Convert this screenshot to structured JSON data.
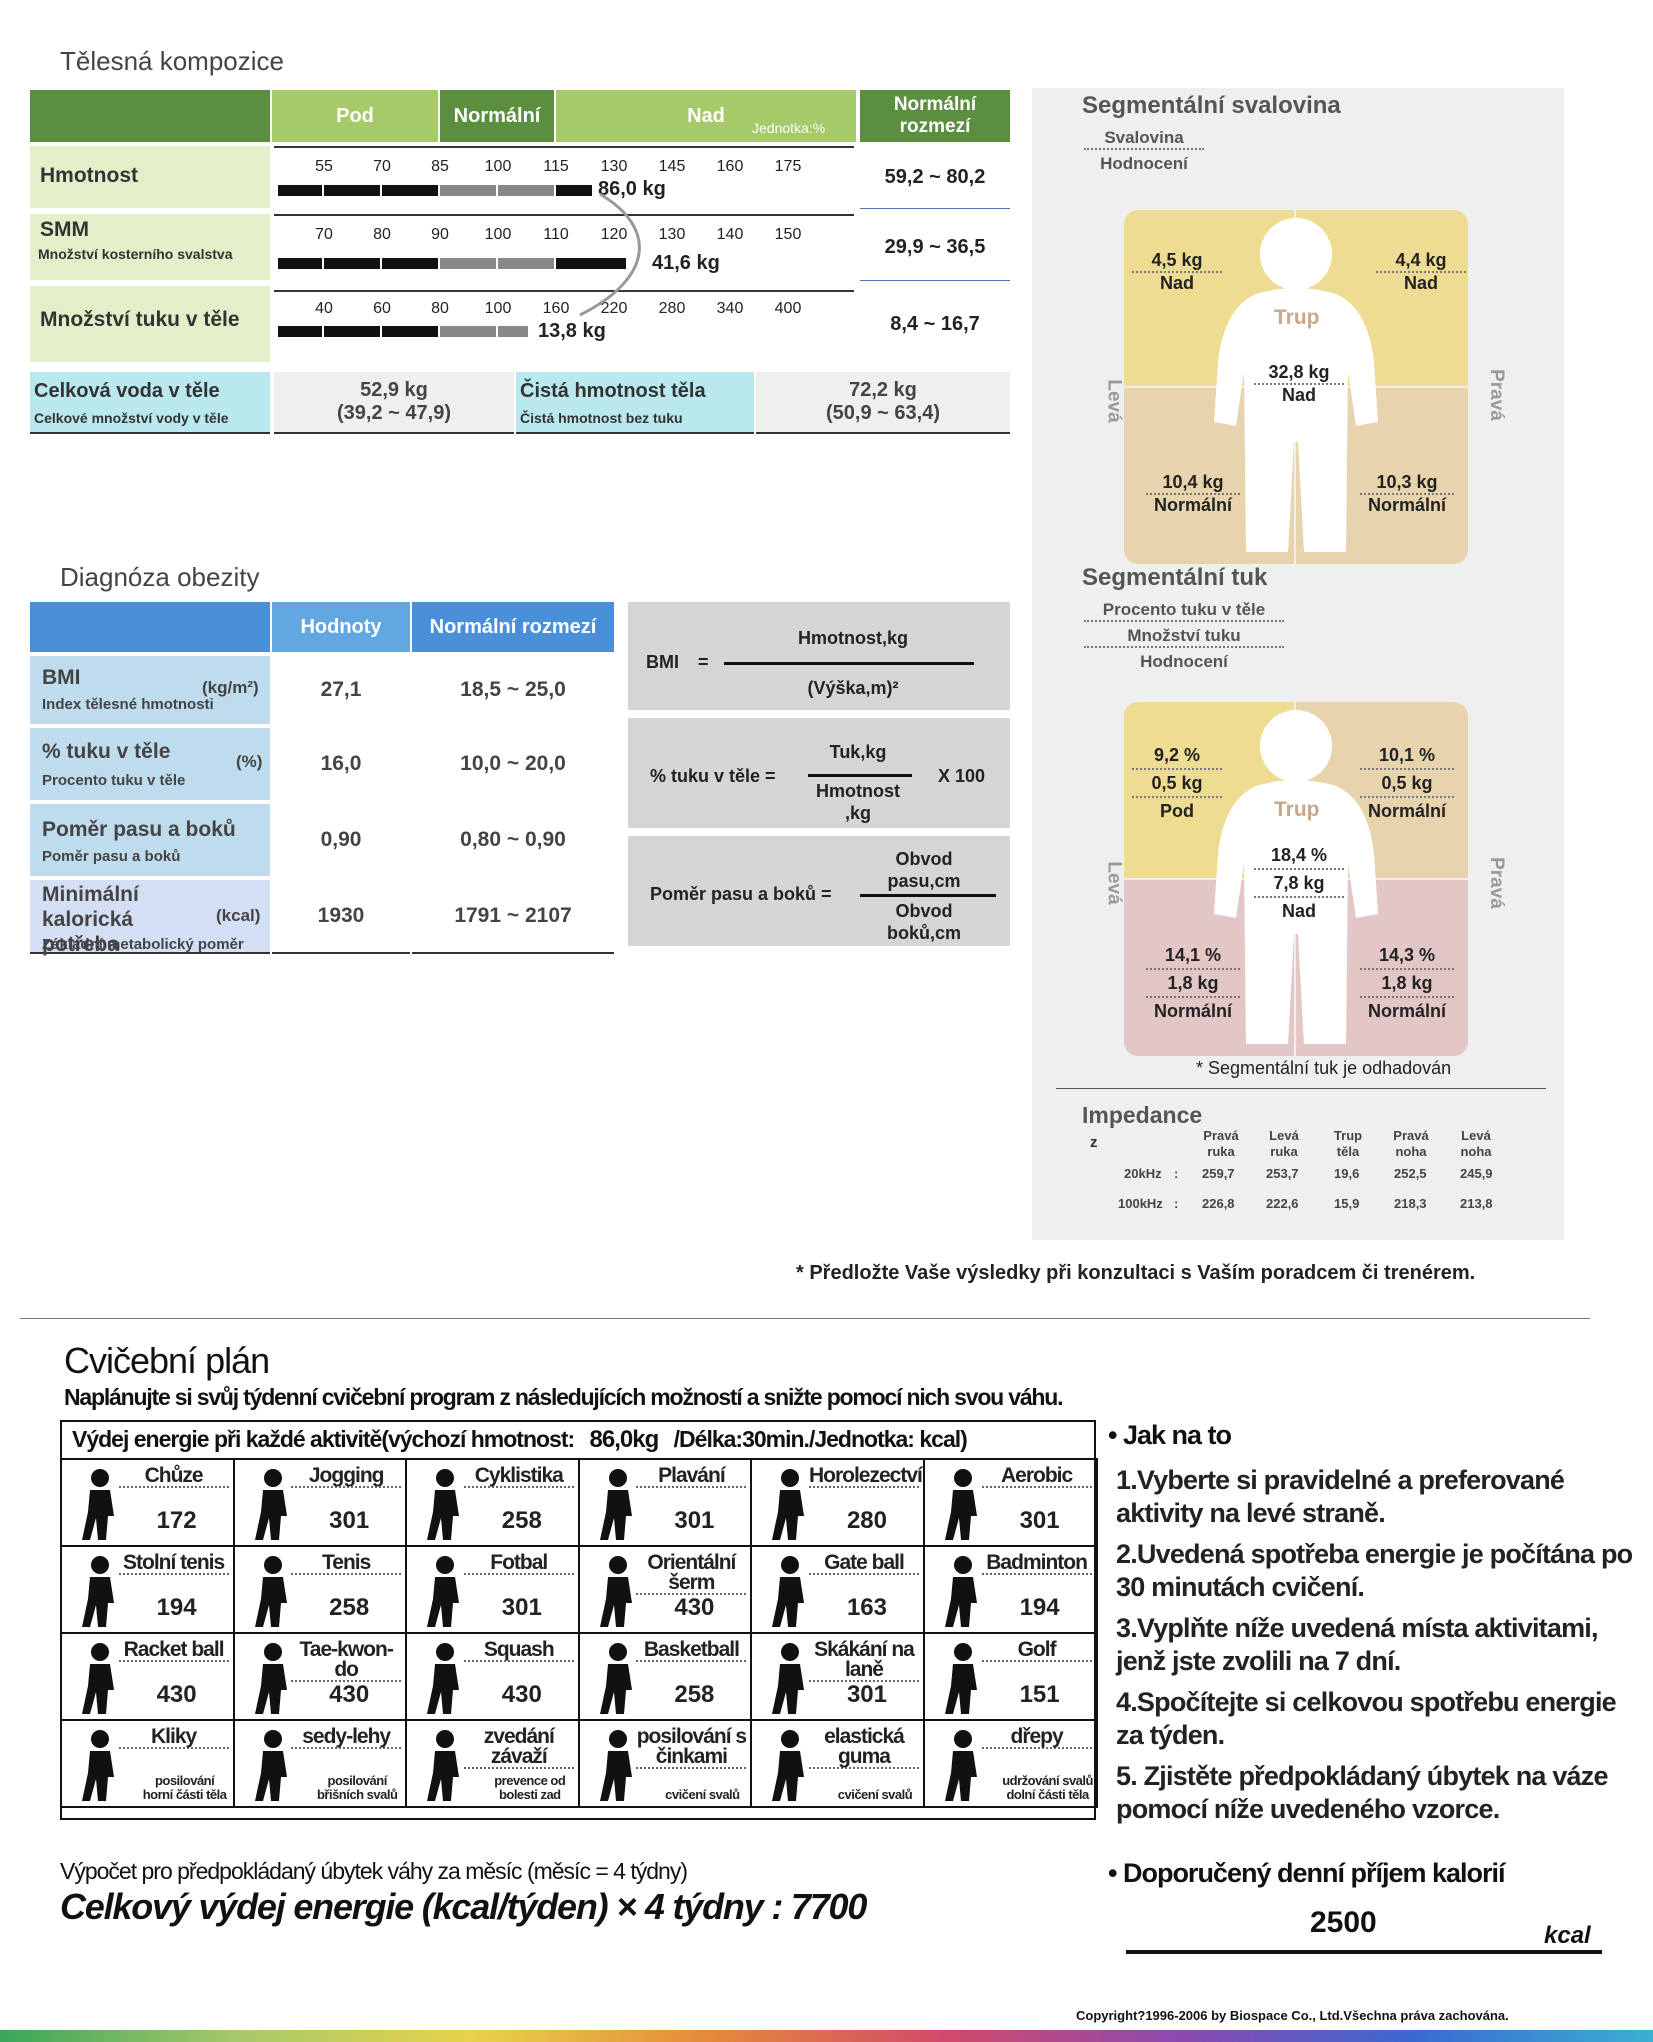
{
  "body_comp": {
    "title": "Tělesná kompozice",
    "hdr_under": "Pod",
    "hdr_normal": "Normální",
    "hdr_over": "Nad",
    "unit_note": "Jednotka:%",
    "hdr_range": "Normální rozmezí",
    "rows": [
      {
        "name": "Hmotnost",
        "sub": "",
        "ticks": [
          "55",
          "70",
          "85",
          "100",
          "115",
          "130",
          "145",
          "160",
          "175"
        ],
        "value": "86,0 kg",
        "range": "59,2 ~ 80,2"
      },
      {
        "name": "SMM",
        "sub": "Množství kosterního svalstva",
        "ticks": [
          "70",
          "80",
          "90",
          "100",
          "110",
          "120",
          "130",
          "140",
          "150"
        ],
        "value": "41,6 kg",
        "range": "29,9 ~ 36,5"
      },
      {
        "name": "Množství tuku v těle",
        "sub": "",
        "ticks": [
          "40",
          "60",
          "80",
          "100",
          "160",
          "220",
          "280",
          "340",
          "400"
        ],
        "value": "13,8 kg",
        "range": "8,4 ~ 16,7"
      }
    ],
    "water_label": "Celková voda v těle",
    "water_sub": "Celkové množství vody v těle",
    "water_value": "52,9 kg",
    "water_range": "(39,2 ~ 47,9)",
    "lean_label": "Čistá hmotnost těla",
    "lean_sub": "Čistá hmotnost bez tuku",
    "lean_value": "72,2 kg",
    "lean_range": "(50,9 ~ 63,4)"
  },
  "seg_muscle": {
    "title": "Segmentální svalovina",
    "legend1": "Svalovina",
    "legend2": "Hodnocení",
    "left_arm": {
      "v": "4,5 kg",
      "e": "Nad"
    },
    "right_arm": {
      "v": "4,4 kg",
      "e": "Nad"
    },
    "trunk_label": "Trup",
    "trunk": {
      "v": "32,8 kg",
      "e": "Nad"
    },
    "left_leg": {
      "v": "10,4 kg",
      "e": "Normální"
    },
    "right_leg": {
      "v": "10,3 kg",
      "e": "Normální"
    },
    "side_left": "Levá",
    "side_right": "Pravá"
  },
  "seg_fat": {
    "title": "Segmentální tuk",
    "legend1": "Procento tuku v těle",
    "legend2": "Množství tuku",
    "legend3": "Hodnocení",
    "left_arm": {
      "p": "9,2 %",
      "v": "0,5 kg",
      "e": "Pod"
    },
    "right_arm": {
      "p": "10,1 %",
      "v": "0,5 kg",
      "e": "Normální"
    },
    "trunk_label": "Trup",
    "trunk": {
      "p": "18,4 %",
      "v": "7,8 kg",
      "e": "Nad"
    },
    "left_leg": {
      "p": "14,1 %",
      "v": "1,8 kg",
      "e": "Normální"
    },
    "right_leg": {
      "p": "14,3 %",
      "v": "1,8 kg",
      "e": "Normální"
    },
    "side_left": "Levá",
    "side_right": "Pravá",
    "note": "* Segmentální tuk je odhadován"
  },
  "impedance": {
    "title": "Impedance",
    "z": "z",
    "cols": [
      [
        "Pravá",
        "ruka"
      ],
      [
        "Levá",
        "ruka"
      ],
      [
        "Trup",
        "těla"
      ],
      [
        "Pravá",
        "noha"
      ],
      [
        "Levá",
        "noha"
      ]
    ],
    "rows": [
      {
        "f": "20kHz",
        "vals": [
          "259,7",
          "253,7",
          "19,6",
          "252,5",
          "245,9"
        ]
      },
      {
        "f": "100kHz",
        "vals": [
          "226,8",
          "222,6",
          "15,9",
          "218,3",
          "213,8"
        ]
      }
    ]
  },
  "consult_note": "* Předložte Vaše výsledky při konzultaci s Vaším poradcem či trenérem.",
  "obesity": {
    "title": "Diagnóza obezity",
    "hdr_values": "Hodnoty",
    "hdr_range": "Normální rozmezí",
    "rows": [
      {
        "name": "BMI",
        "unit": "(kg/m²)",
        "sub": "Index tělesné hmotnosti",
        "value": "27,1",
        "range": "18,5 ~ 25,0"
      },
      {
        "name": "% tuku v těle",
        "unit": "(%)",
        "sub": "Procento tuku v těle",
        "value": "16,0",
        "range": "10,0 ~ 20,0"
      },
      {
        "name": "Poměr pasu a boků",
        "unit": "",
        "sub": "Poměr pasu a boků",
        "value": "0,90",
        "range": "0,80 ~ 0,90"
      },
      {
        "name": "Minimální kalorická potřeba",
        "unit": "(kcal)",
        "sub": "Základní metabolický poměr",
        "value": "1930",
        "range": "1791 ~ 2107"
      }
    ],
    "f_bmi_lhs": "BMI",
    "f_eq": "=",
    "f_bmi_num": "Hmotnost,kg",
    "f_bmi_den": "(Výška,m)²",
    "f_fat_lhs": "% tuku v těle =",
    "f_fat_num": "Tuk,kg",
    "f_fat_den1": "Hmotnost",
    "f_fat_den2": ",kg",
    "f_fat_mult": "X 100",
    "f_whr_lhs": "Poměr pasu a boků =",
    "f_whr_num1": "Obvod",
    "f_whr_num2": "pasu,cm",
    "f_whr_den1": "Obvod",
    "f_whr_den2": "boků,cm"
  },
  "plan": {
    "title": "Cvičební plán",
    "subtitle": "Naplánujte si svůj týdenní cvičební program z následujících možností a snižte pomocí nich svou váhu.",
    "table_hdr_a": "Výdej energie při každé aktivitě(výchozí hmotnost:",
    "table_weight": "86,0kg",
    "table_hdr_b": "/Délka:30min./Jednotka: kcal)",
    "activities": [
      {
        "name": "Chůze",
        "val": "172",
        "sub": ""
      },
      {
        "name": "Jogging",
        "val": "301",
        "sub": ""
      },
      {
        "name": "Cyklistika",
        "val": "258",
        "sub": ""
      },
      {
        "name": "Plavání",
        "val": "301",
        "sub": ""
      },
      {
        "name": "Horolezectví",
        "val": "280",
        "sub": ""
      },
      {
        "name": "Aerobic",
        "val": "301",
        "sub": ""
      },
      {
        "name": "Stolní tenis",
        "val": "194",
        "sub": ""
      },
      {
        "name": "Tenis",
        "val": "258",
        "sub": ""
      },
      {
        "name": "Fotbal",
        "val": "301",
        "sub": ""
      },
      {
        "name": "Orientální šerm",
        "val": "430",
        "sub": ""
      },
      {
        "name": "Gate ball",
        "val": "163",
        "sub": ""
      },
      {
        "name": "Badminton",
        "val": "194",
        "sub": ""
      },
      {
        "name": "Racket ball",
        "val": "430",
        "sub": ""
      },
      {
        "name": "Tae-kwon-do",
        "val": "430",
        "sub": ""
      },
      {
        "name": "Squash",
        "val": "430",
        "sub": ""
      },
      {
        "name": "Basketball",
        "val": "258",
        "sub": ""
      },
      {
        "name": "Skákání na laně",
        "val": "301",
        "sub": ""
      },
      {
        "name": "Golf",
        "val": "151",
        "sub": ""
      },
      {
        "name": "Kliky",
        "val": "",
        "sub": "posilování horní části těla"
      },
      {
        "name": "sedy-lehy",
        "val": "",
        "sub": "posilování břišních svalů"
      },
      {
        "name": "zvedání závaží",
        "val": "",
        "sub": "prevence od bolesti zad"
      },
      {
        "name": "posilování s činkami",
        "val": "",
        "sub": "cvičení svalů"
      },
      {
        "name": "elastická guma",
        "val": "",
        "sub": "cvičení svalů"
      },
      {
        "name": "dřepy",
        "val": "",
        "sub": "udržování svalů dolní části těla"
      }
    ],
    "howto_title": "• Jak na to",
    "steps": [
      "1.Vyberte si pravidelné a preferované aktivity na levé straně.",
      "2.Uvedená spotřeba energie je počítána po 30 minutách cvičení.",
      "3.Vyplňte níže uvedená místa aktivitami, jenž jste zvolili na 7 dní.",
      "4.Spočítejte si celkovou spotřebu energie za týden.",
      "5. Zjistěte předpokládaný úbytek na váze pomocí níže uvedeného vzorce."
    ],
    "calc_title": "Výpočet pro předpokládaný úbytek váhy za měsíc (měsíc = 4 týdny)",
    "calc_formula": "Celkový výdej energie (kcal/týden) × 4 týdny : 7700",
    "intake_title": "• Doporučený denní příjem kalorií",
    "intake_value": "2500",
    "intake_unit": "kcal"
  },
  "copyright": "Copyright?1996-2006 by Biospace Co., Ltd.Všechna  práva zachována.",
  "colors": {
    "green_dark": "#5b8e3e",
    "green_light": "#a6c96a",
    "blue": "#4a90d9",
    "cyan": "#b9e8ee"
  }
}
